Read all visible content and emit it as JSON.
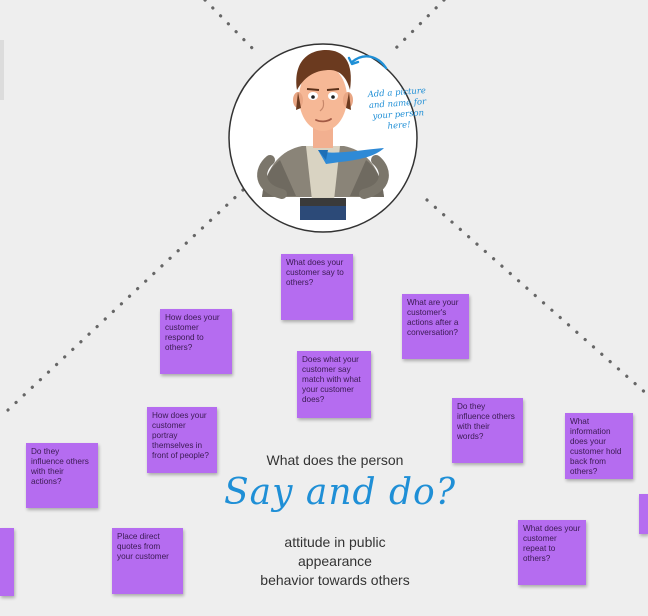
{
  "persona": {
    "callout": "Add a picture and name for your person here!"
  },
  "section": {
    "heading": "What does the person",
    "script_title": "Say and do?",
    "lines": [
      "attitude in public",
      "appearance",
      "behavior towards others"
    ]
  },
  "notes": [
    {
      "text": "What does your customer say to others?"
    },
    {
      "text": "What are your customer's actions after a conversation?"
    },
    {
      "text": "How does your customer respond to others?"
    },
    {
      "text": "Does what your customer say match with what your customer does?"
    },
    {
      "text": "How does your customer portray themselves in front of people?"
    },
    {
      "text": "Do they influence others with their words?"
    },
    {
      "text": "What information does your customer hold back from others?"
    },
    {
      "text": "Do they influence others with their actions?"
    },
    {
      "text": "Place direct quotes from your customer"
    },
    {
      "text": "What does your customer repeat to others?"
    },
    {
      "text": ""
    },
    {
      "text": ""
    }
  ],
  "colors": {
    "sticky_note": "#b56cf0",
    "background": "#eeeeee",
    "accent_blue": "#1f8fd6",
    "divider_dots": "#666666"
  }
}
